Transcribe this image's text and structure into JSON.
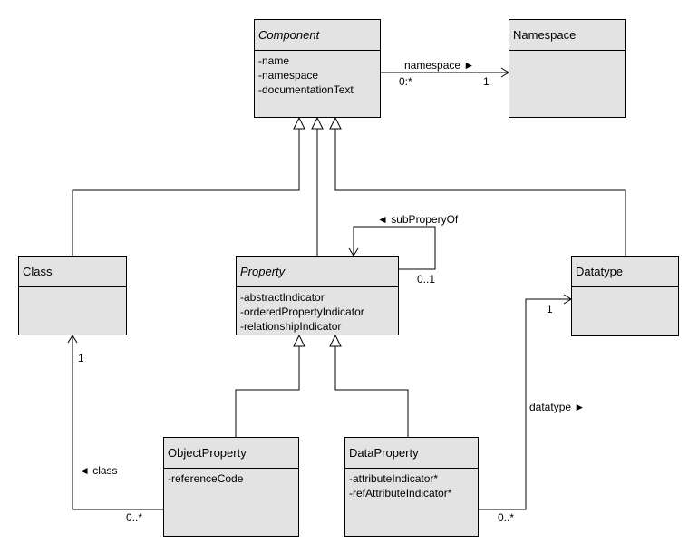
{
  "classes": {
    "component": {
      "name": "Component",
      "attributes": [
        "-name",
        "-namespace",
        "-documentationText"
      ]
    },
    "namespace": {
      "name": "Namespace",
      "attributes": []
    },
    "class": {
      "name": "Class",
      "attributes": []
    },
    "property": {
      "name": "Property",
      "attributes": [
        "-abstractIndicator",
        "-orderedPropertyIndicator",
        "-relationshipIndicator"
      ]
    },
    "datatype": {
      "name": "Datatype",
      "attributes": []
    },
    "object_property": {
      "name": "ObjectProperty",
      "attributes": [
        "-referenceCode"
      ]
    },
    "data_property": {
      "name": "DataProperty",
      "attributes": [
        "-attributeIndicator*",
        "-refAttributeIndicator*"
      ]
    }
  },
  "associations": {
    "namespace": {
      "label": "namespace ►",
      "source_mult": "0:*",
      "target_mult": "1"
    },
    "sub_property_of": {
      "label": "◄ subProperyOf",
      "mult": "0..1"
    },
    "class_assoc": {
      "label": "◄ class",
      "target_mult": "1",
      "source_mult": "0..*"
    },
    "datatype_assoc": {
      "label": "datatype ►",
      "target_mult": "1",
      "source_mult": "0..*"
    }
  }
}
